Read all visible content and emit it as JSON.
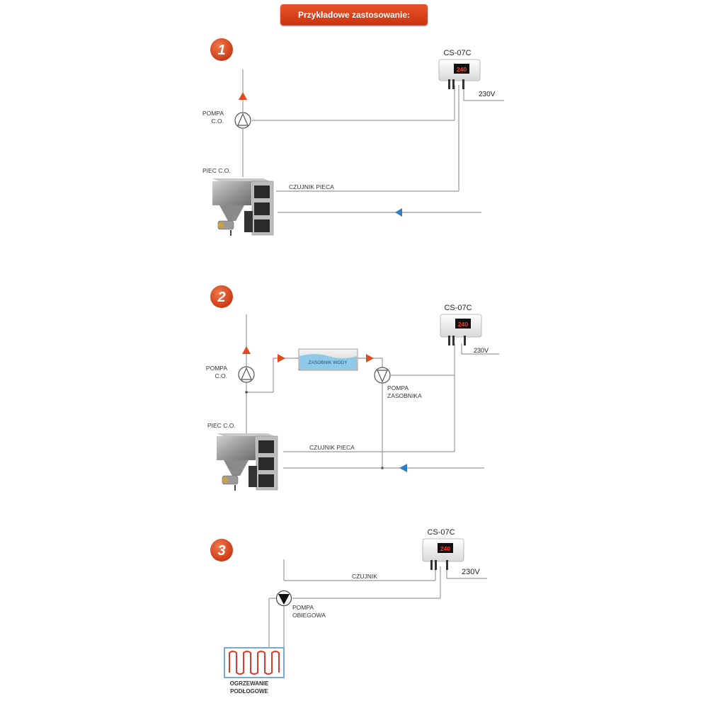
{
  "header": {
    "title": "Przykładowe zastosowanie:"
  },
  "colors": {
    "badge": "#e0461c",
    "flow_up": "#e04a1e",
    "flow_return": "#2a7fc8",
    "line": "#999999",
    "tank": "#8ecae8",
    "floor_heating": "#e03b2a"
  },
  "diagram1": {
    "number": "1",
    "controller": "CS-07C",
    "display": "240",
    "voltage": "230V",
    "pump_label": [
      "POMPA",
      "C.O."
    ],
    "boiler_label": "PIEC C.O.",
    "sensor_label": "CZUJNIK PIECA"
  },
  "diagram2": {
    "number": "2",
    "controller": "CS-07C",
    "display": "240",
    "voltage": "230V",
    "pump_label": [
      "POMPA",
      "C.O."
    ],
    "tank_label": "ZASOBNIK WODY",
    "tank_pump_label": [
      "POMPA",
      "ZASOBNIKA"
    ],
    "boiler_label": "PIEC C.O.",
    "sensor_label": "CZUJNIK PIECA"
  },
  "diagram3": {
    "number": "3",
    "controller": "CS-07C",
    "display": "240",
    "voltage": "230V",
    "sensor_label": "CZUJNIK",
    "pump_label": [
      "POMPA",
      "OBIEGOWA"
    ],
    "floor_label": [
      "OGRZEWANIE",
      "PODŁOGOWE"
    ]
  }
}
